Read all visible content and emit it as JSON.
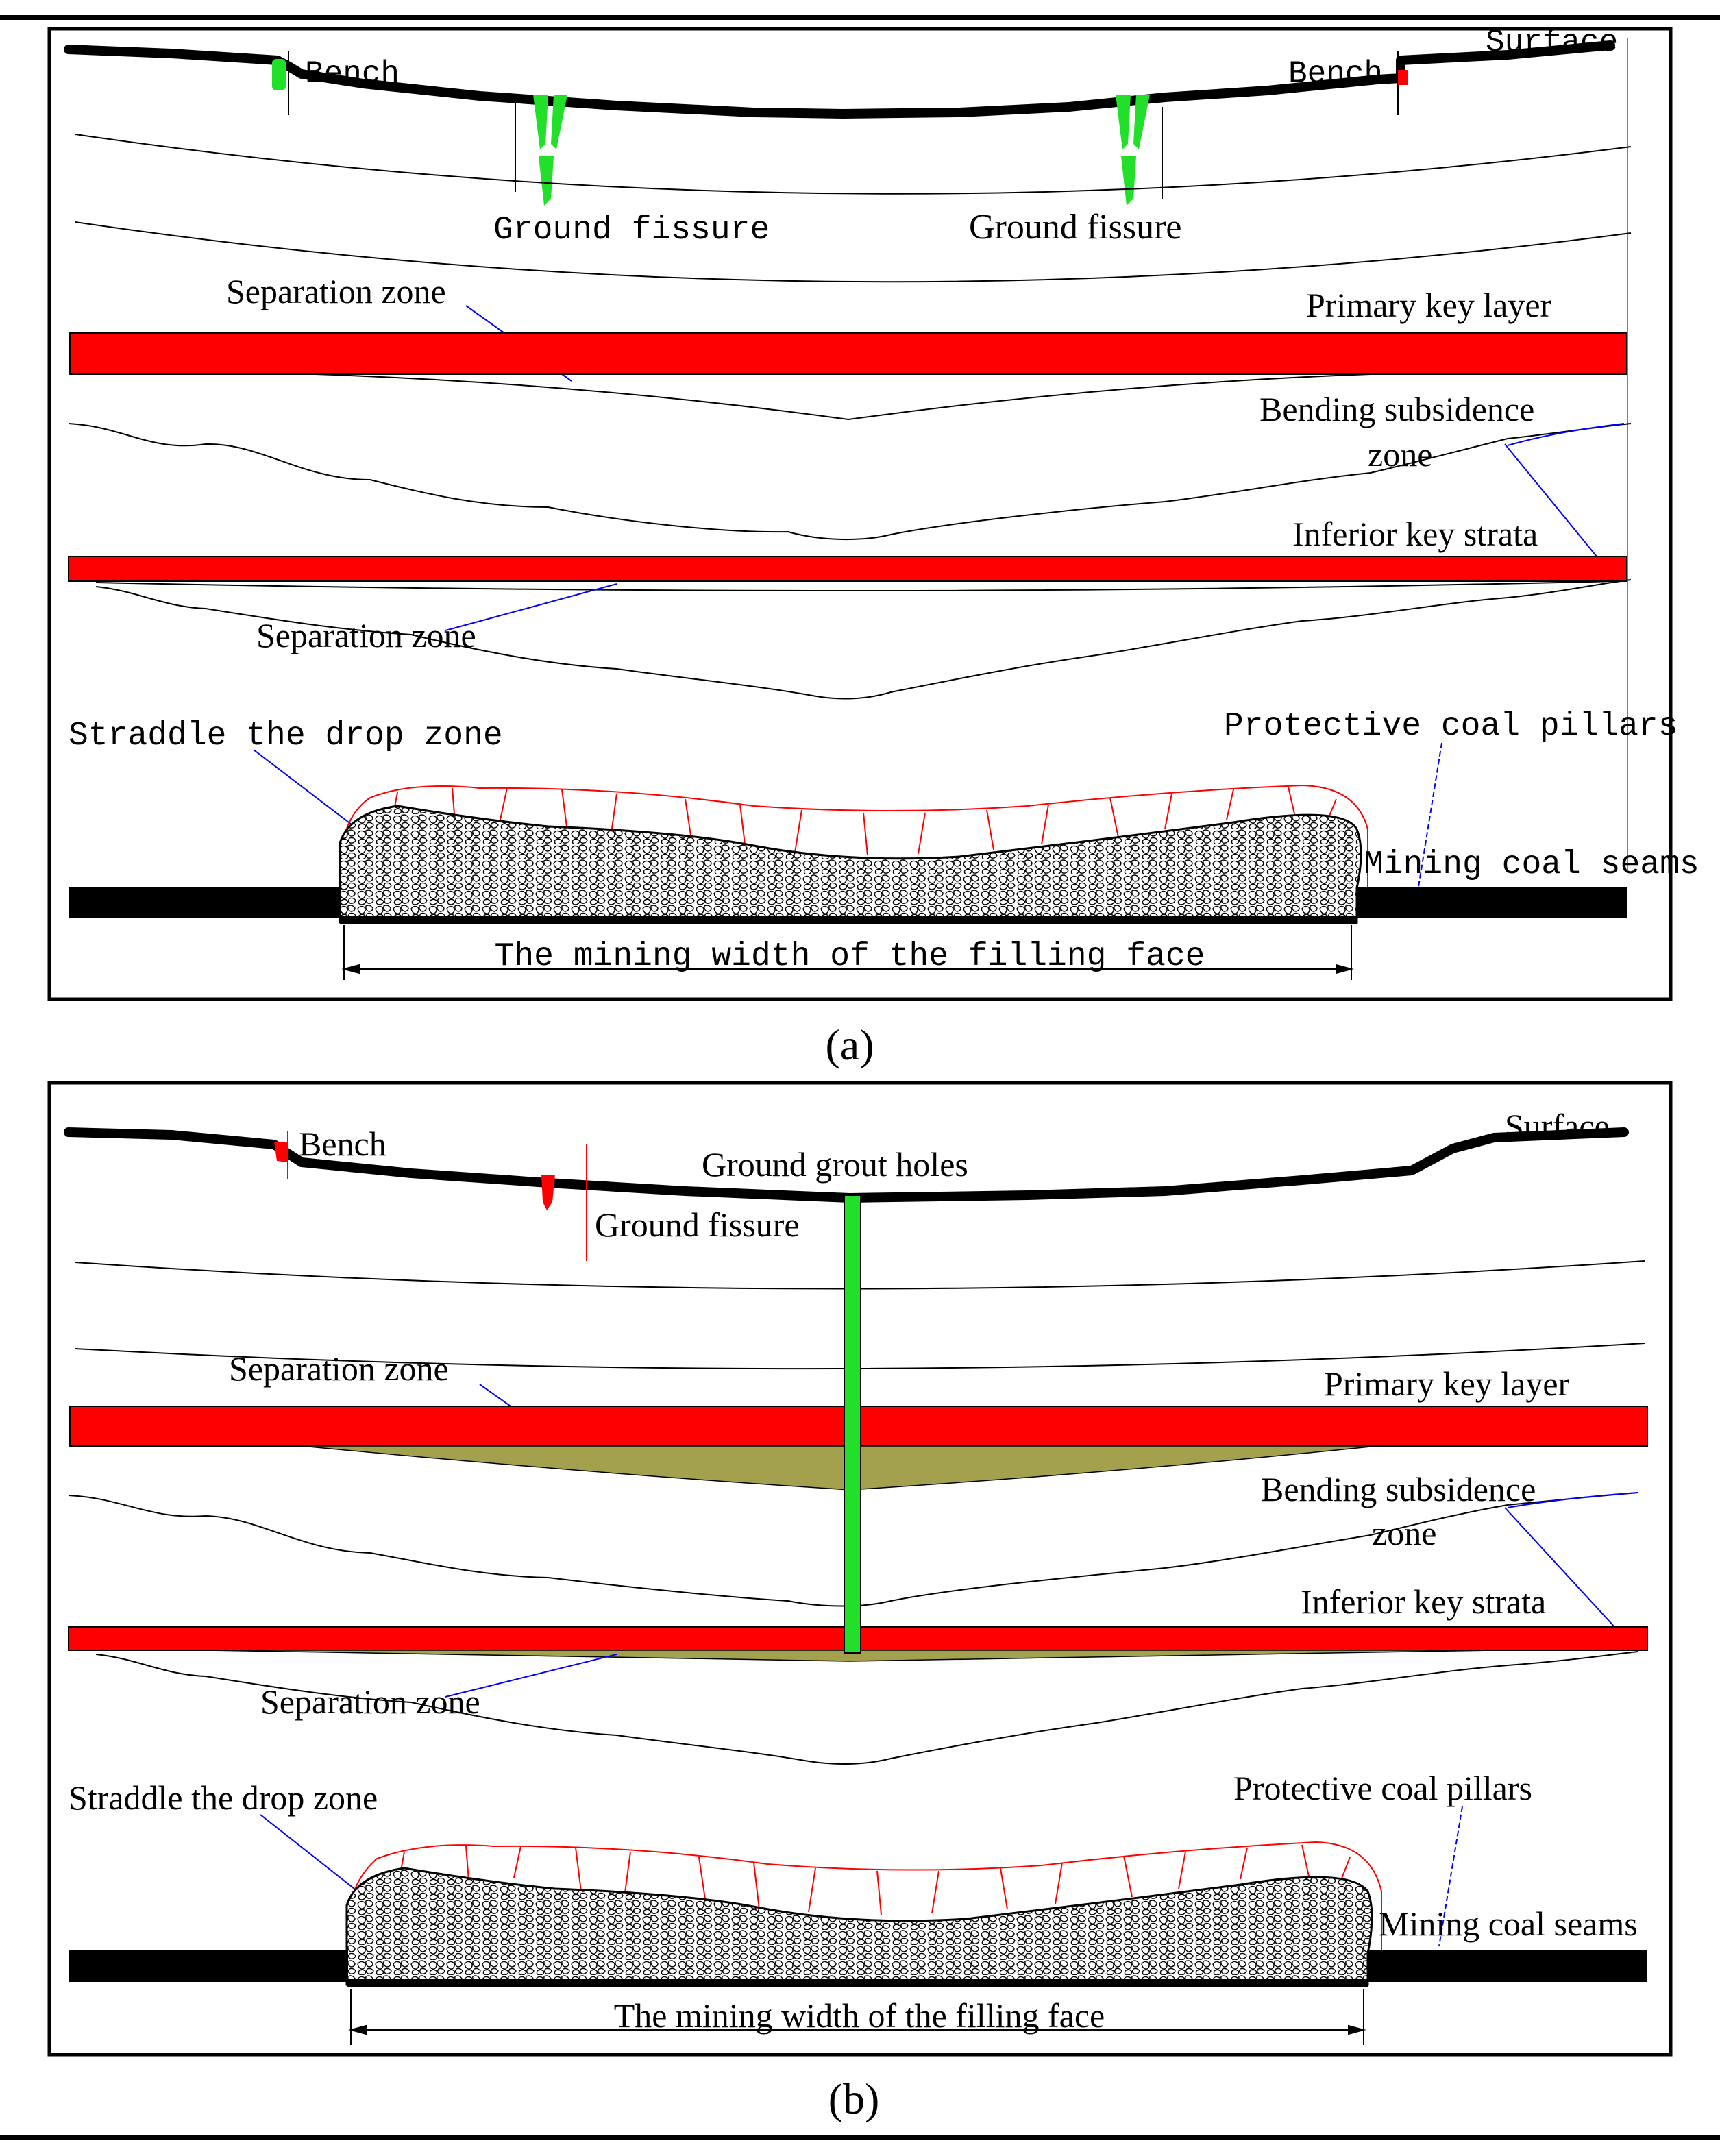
{
  "panels": [
    {
      "id": "a",
      "caption": "(a)",
      "labels": {
        "bench_left": "Bench",
        "bench_right": "Bench",
        "surface": "Surface",
        "ground_fissure_left": "Ground fissure",
        "ground_fissure_right": "Ground fissure",
        "separation_zone_upper": "Separation zone",
        "primary_key_layer": "Primary key layer",
        "bending_subsidence_line1": "Bending subsidence",
        "bending_subsidence_line2": "zone",
        "inferior_key_strata": "Inferior key strata",
        "separation_zone_lower": "Separation zone",
        "straddle_drop_zone": "Straddle the drop zone",
        "protective_coal_pillars": "Protective coal pillars",
        "mining_coal_seams": "Mining coal seams",
        "mining_width": "The mining width of the filling face"
      }
    },
    {
      "id": "b",
      "caption": "(b)",
      "labels": {
        "bench_left": "Bench",
        "surface": "Surface",
        "ground_grout_holes": "Ground grout holes",
        "ground_fissure": "Ground fissure",
        "separation_zone_upper": "Separation zone",
        "primary_key_layer": "Primary key layer",
        "bending_subsidence_line1": "Bending subsidence",
        "bending_subsidence_line2": "zone",
        "inferior_key_strata": "Inferior key strata",
        "separation_zone_lower": "Separation zone",
        "straddle_drop_zone": "Straddle the drop zone",
        "protective_coal_pillars": "Protective coal pillars",
        "mining_coal_seams": "Mining coal seams",
        "mining_width": "The mining width of the filling face"
      }
    }
  ],
  "colors": {
    "key_layer": "#ff0000",
    "fissure_green": "#22e02a",
    "grout_fill": "#a3a04e",
    "caving_outline": "#ff0000",
    "leader": "#0000ff",
    "seam": "#000000"
  }
}
